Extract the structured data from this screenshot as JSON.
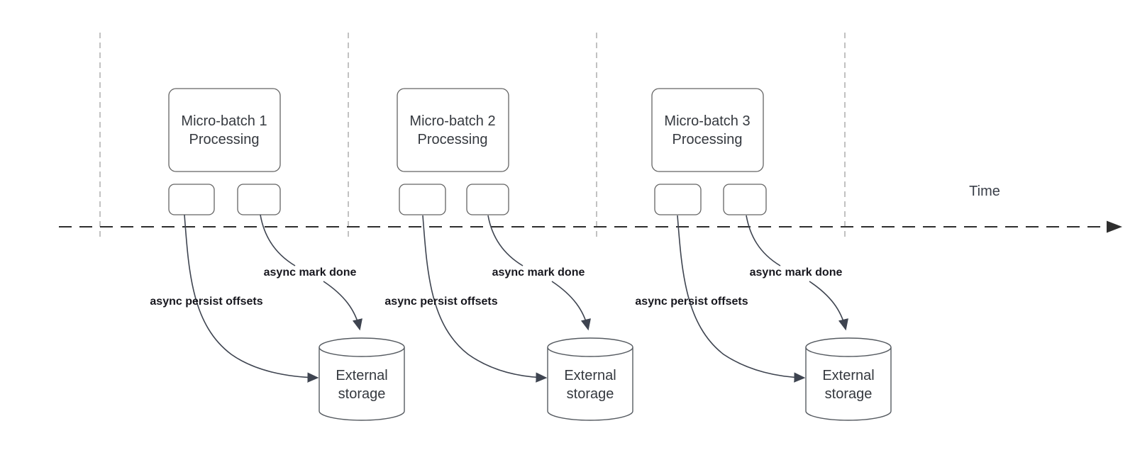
{
  "diagram": {
    "time_axis": {
      "label": "Time"
    },
    "sections": [
      {
        "batch_title": "Micro-batch 1",
        "batch_subtitle": "Processing",
        "persist_arrow_label": "async persist offsets",
        "mark_done_arrow_label": "async mark done",
        "storage_title_line1": "External",
        "storage_title_line2": "storage"
      },
      {
        "batch_title": "Micro-batch 2",
        "batch_subtitle": "Processing",
        "persist_arrow_label": "async persist offsets",
        "mark_done_arrow_label": "async mark done",
        "storage_title_line1": "External",
        "storage_title_line2": "storage"
      },
      {
        "batch_title": "Micro-batch 3",
        "batch_subtitle": "Processing",
        "persist_arrow_label": "async persist offsets",
        "mark_done_arrow_label": "async mark done",
        "storage_title_line1": "External",
        "storage_title_line2": "storage"
      }
    ],
    "colors": {
      "shape_stroke": "#646464",
      "arrow_stroke": "#3e4450",
      "label_text": "#17171e",
      "divider": "#a8a8a8",
      "axis": "#2e2e2e"
    }
  }
}
